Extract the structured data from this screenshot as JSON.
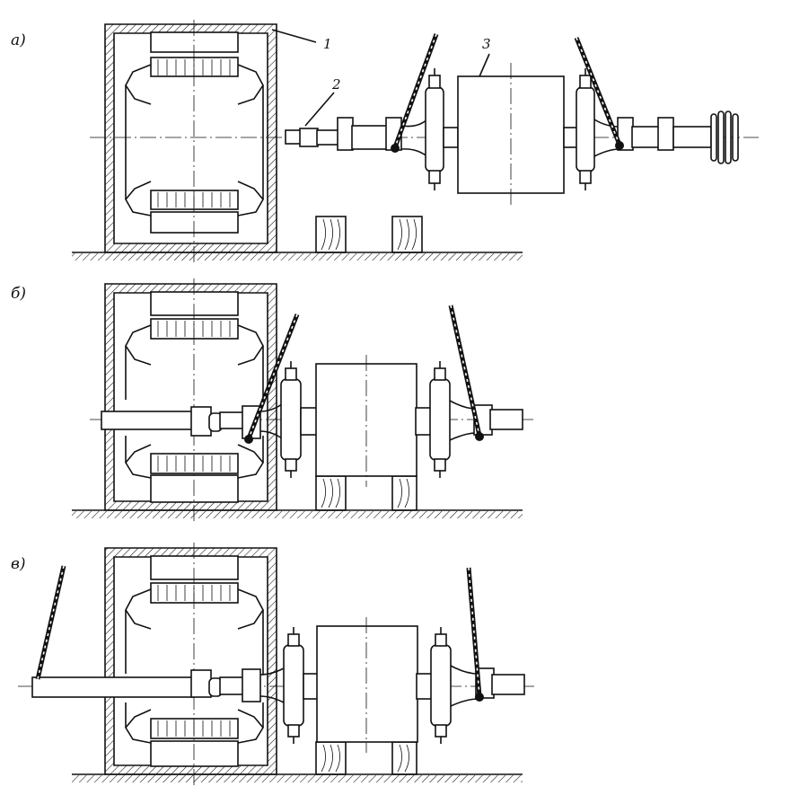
{
  "figure": {
    "panels": [
      {
        "id": "a",
        "label": "а)"
      },
      {
        "id": "b",
        "label": "б)"
      },
      {
        "id": "c",
        "label": "в)"
      }
    ],
    "callouts": [
      {
        "number": "1"
      },
      {
        "number": "2"
      },
      {
        "number": "3"
      }
    ]
  },
  "colors": {
    "ink": "#111111",
    "paper": "#ffffff"
  }
}
